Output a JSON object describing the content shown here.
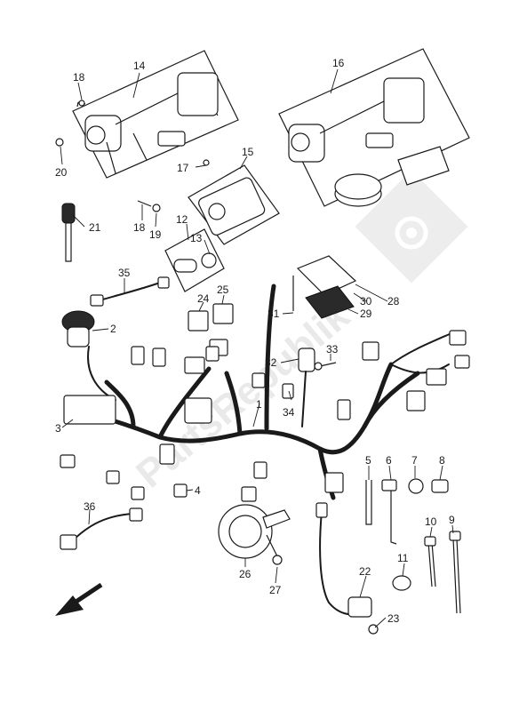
{
  "labels": {
    "l1": "1",
    "l2": "2",
    "l3": "3",
    "l4": "4",
    "l5": "5",
    "l6": "6",
    "l7": "7",
    "l8": "8",
    "l9": "9",
    "l10": "10",
    "l11": "11",
    "l12": "12",
    "l13": "13",
    "l14": "14",
    "l15": "15",
    "l16": "16",
    "l17": "17",
    "l18a": "18",
    "l18b": "18",
    "l19": "19",
    "l20": "20",
    "l21": "21",
    "l22": "22",
    "l23": "23",
    "l24": "24",
    "l25": "25",
    "l26": "26",
    "l27": "27",
    "l28": "28",
    "l29": "29",
    "l30": "30",
    "l31": "31",
    "l32": "32",
    "l33": "33",
    "l34": "34",
    "l35": "35",
    "l36": "36"
  },
  "watermark": "PartsRepublik",
  "colors": {
    "line": "#1a1a1a",
    "watermark": "#e9e9e9"
  },
  "icons": {
    "direction_arrow": "front-direction-arrow-icon",
    "gear": "gear-watermark-icon"
  }
}
